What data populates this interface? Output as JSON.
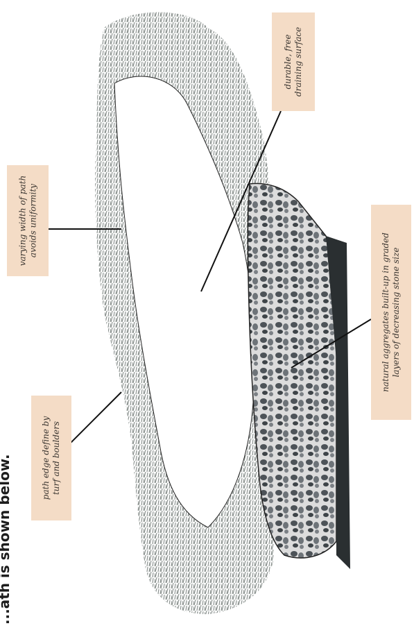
{
  "heading_fragment": "...ath is shown below.",
  "labels": {
    "durable": [
      "durable, free",
      "draining surface"
    ],
    "varying": [
      "varying width of path",
      "avoids uniformity"
    ],
    "aggregates": [
      "natural aggregates built-up in graded",
      "layers of decreasing stone size"
    ],
    "edge": [
      "path edge define by",
      "turf and boulders"
    ]
  },
  "colors": {
    "label_background": "#f4dcc6",
    "leader_line": "#111111",
    "turf": "#2e3a36",
    "stones": "#5a5f62"
  }
}
